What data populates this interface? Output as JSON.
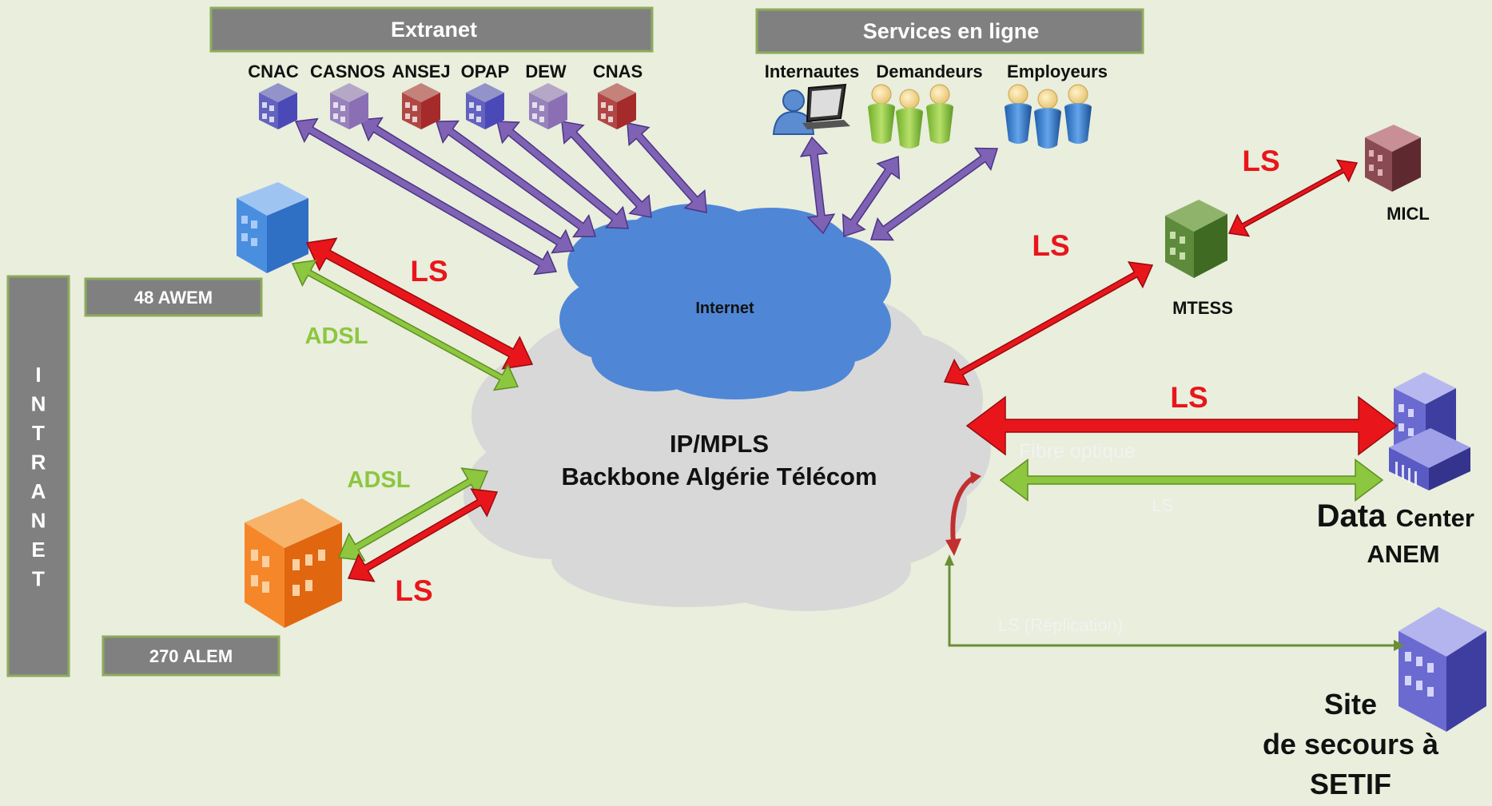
{
  "colors": {
    "background": "#e9eedd",
    "header_bg": "#808080",
    "header_border": "#8dab5c",
    "ls_red": "#e8161b",
    "adsl_green": "#8dc63f",
    "internet_blue": "#4f87d6",
    "backbone_grey": "#d8d8d8",
    "purple_arrow": "#7f62b4",
    "replication_line": "#6b8e35"
  },
  "headers": {
    "extranet": "Extranet",
    "services": "Services en ligne"
  },
  "extranet_orgs": [
    {
      "label": "CNAC",
      "icon": "building-icon",
      "color": "#4b49b8"
    },
    {
      "label": "CASNOS",
      "icon": "building-icon",
      "color": "#8a6fb5"
    },
    {
      "label": "ANSEJ",
      "icon": "building-icon",
      "color": "#a52a2a"
    },
    {
      "label": "OPAP",
      "icon": "building-icon",
      "color": "#4b49b8"
    },
    {
      "label": "DEW",
      "icon": "building-icon",
      "color": "#8a6fb5"
    },
    {
      "label": "CNAS",
      "icon": "building-icon",
      "color": "#a52a2a"
    }
  ],
  "online_users": {
    "internautes": "Internautes",
    "demandeurs": "Demandeurs",
    "employeurs": "Employeurs"
  },
  "clouds": {
    "internet": "Internet",
    "backbone_line1": "IP/MPLS",
    "backbone_line2": "Backbone Algérie Télécom"
  },
  "intranet": {
    "letters": [
      "I",
      "N",
      "T",
      "R",
      "A",
      "N",
      "E",
      "T"
    ],
    "awem": "48 AWEM",
    "alem": "270 ALEM"
  },
  "links": {
    "ls_awem": "LS",
    "adsl_awem": "ADSL",
    "adsl_alem": "ADSL",
    "ls_alem": "LS",
    "ls_mtess": "LS",
    "ls_micl": "LS",
    "ls_datacenter": "LS",
    "fibre": "Fibre optique",
    "ls_green": "LS",
    "ls_replication": "LS (Réplication)"
  },
  "sites": {
    "mtess": "MTESS",
    "micl": "MICL",
    "datacenter_big": "Data",
    "datacenter_small": "Center",
    "datacenter_line2": "ANEM",
    "secours_line1": "Site",
    "secours_line2": "de secours à",
    "secours_line3": "SETIF"
  }
}
